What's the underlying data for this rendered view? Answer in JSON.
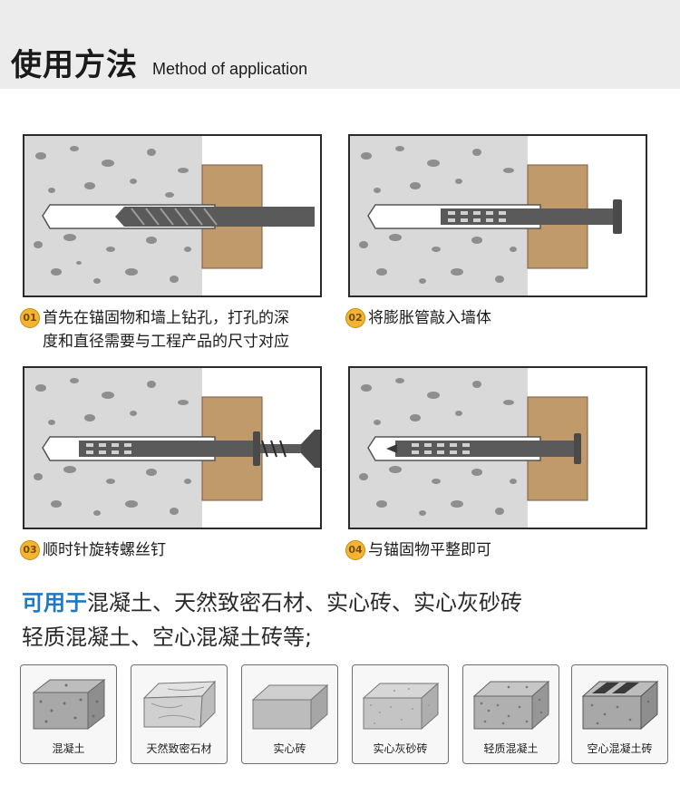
{
  "header": {
    "title_zh": "使用方法",
    "title_en": "Method of application"
  },
  "steps": [
    {
      "num": "01",
      "line1": "首先在锚固物和墙上钻孔，打孔的深",
      "line2": "度和直径需要与工程产品的尺寸对应"
    },
    {
      "num": "02",
      "line1": "将膨胀管敲入墙体",
      "line2": ""
    },
    {
      "num": "03",
      "line1": "顺时针旋转螺丝钉",
      "line2": ""
    },
    {
      "num": "04",
      "line1": "与锚固物平整即可",
      "line2": ""
    }
  ],
  "usage": {
    "prefix": "可用于",
    "line1": "混凝土、天然致密石材、实心砖、实心灰砂砖",
    "line2": "轻质混凝土、空心混凝土砖等;"
  },
  "materials": [
    {
      "label": "混凝土",
      "icon": "concrete-block-icon"
    },
    {
      "label": "天然致密石材",
      "icon": "natural-stone-icon"
    },
    {
      "label": "实心砖",
      "icon": "solid-brick-icon"
    },
    {
      "label": "实心灰砂砖",
      "icon": "sand-lime-brick-icon"
    },
    {
      "label": "轻质混凝土",
      "icon": "lightweight-concrete-icon"
    },
    {
      "label": "空心混凝土砖",
      "icon": "hollow-block-icon"
    }
  ],
  "colors": {
    "badge": "#f2b533",
    "highlight": "#1d78c8",
    "wood": "#c19a6b",
    "concrete": "#d9d9d9",
    "metal": "#5a5a5a"
  }
}
